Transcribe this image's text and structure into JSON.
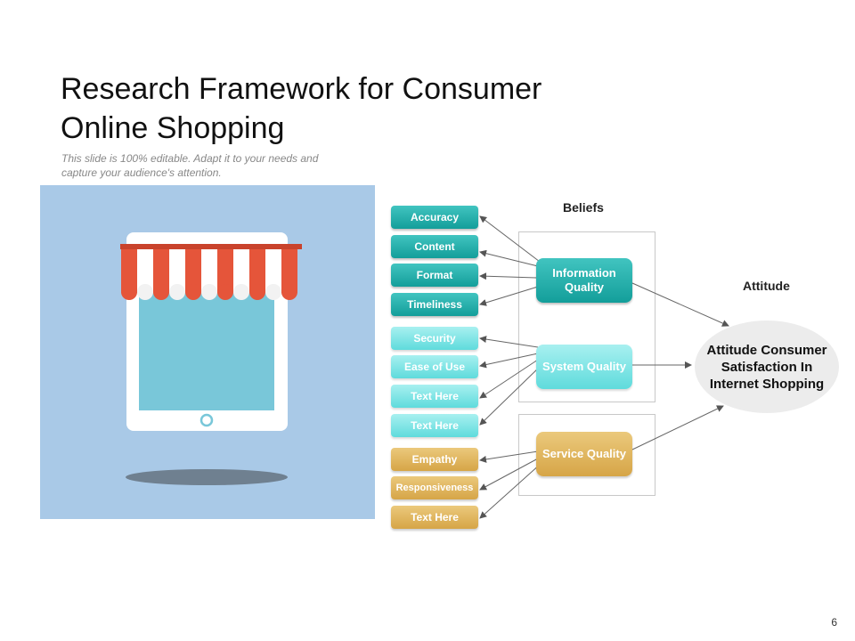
{
  "title": "Research Framework for Consumer Online Shopping",
  "subtitle": "This slide is 100% editable. Adapt it to your needs and capture your audience's attention.",
  "labels": {
    "beliefs": "Beliefs",
    "attitude": "Attitude"
  },
  "constructs": {
    "information_quality": "Information Quality",
    "system_quality": "System Quality",
    "service_quality": "Service Quality"
  },
  "attributes": {
    "information": [
      "Accuracy",
      "Content",
      "Format",
      "Timeliness"
    ],
    "system": [
      "Security",
      "Ease of Use",
      "Text Here",
      "Text Here"
    ],
    "service": [
      "Empathy",
      "Responsiveness",
      "Text Here"
    ]
  },
  "outcome": "Attitude Consumer Satisfaction In Internet Shopping",
  "page_number": "6",
  "colors": {
    "information": "#1aa7a3",
    "system": "#79e3e3",
    "service": "#dfb35c",
    "illustration_bg": "#a9c9e7",
    "awning_red": "#e5553a"
  }
}
